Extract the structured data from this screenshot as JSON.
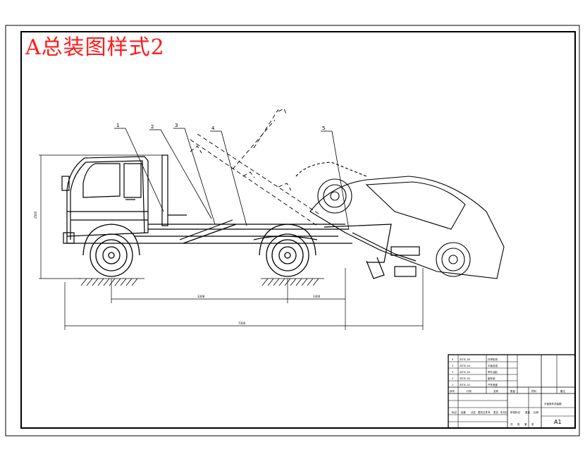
{
  "watermark": {
    "text": "A总装图样式2",
    "color": "#ff1a1a"
  },
  "balloons": [
    "1",
    "2",
    "3",
    "4",
    "5"
  ],
  "dimensions": {
    "overall_length": "7300",
    "wheelbase": "3308",
    "rear_overhang": "1400",
    "overall_height": "2500"
  },
  "title_block": {
    "title": "平板拖车总装图",
    "drawing_no": "A1",
    "header_cells": [
      "序号",
      "代号",
      "名称",
      "数量",
      "材料",
      "备注"
    ],
    "sign_cells": [
      "标记",
      "处数",
      "分区",
      "更改文件号",
      "签名",
      "年月日"
    ],
    "stage_cells": [
      "阶段标记",
      "重量",
      "比例"
    ],
    "sheet_cells": [
      "共",
      "张",
      "第",
      "张"
    ],
    "parts": [
      {
        "no": "5",
        "code": "ZDTC-05",
        "name": "托举机构"
      },
      {
        "no": "4",
        "code": "ZDTC-04",
        "name": "平板总成"
      },
      {
        "no": "3",
        "code": "ZDTC-03",
        "name": "举升油缸"
      },
      {
        "no": "2",
        "code": "ZDTC-02",
        "name": "副车架"
      },
      {
        "no": "1",
        "code": "ZDTC-01",
        "name": "汽车底盘"
      }
    ]
  },
  "colors": {
    "line": "#000000",
    "accent": "#ff1a1a"
  }
}
